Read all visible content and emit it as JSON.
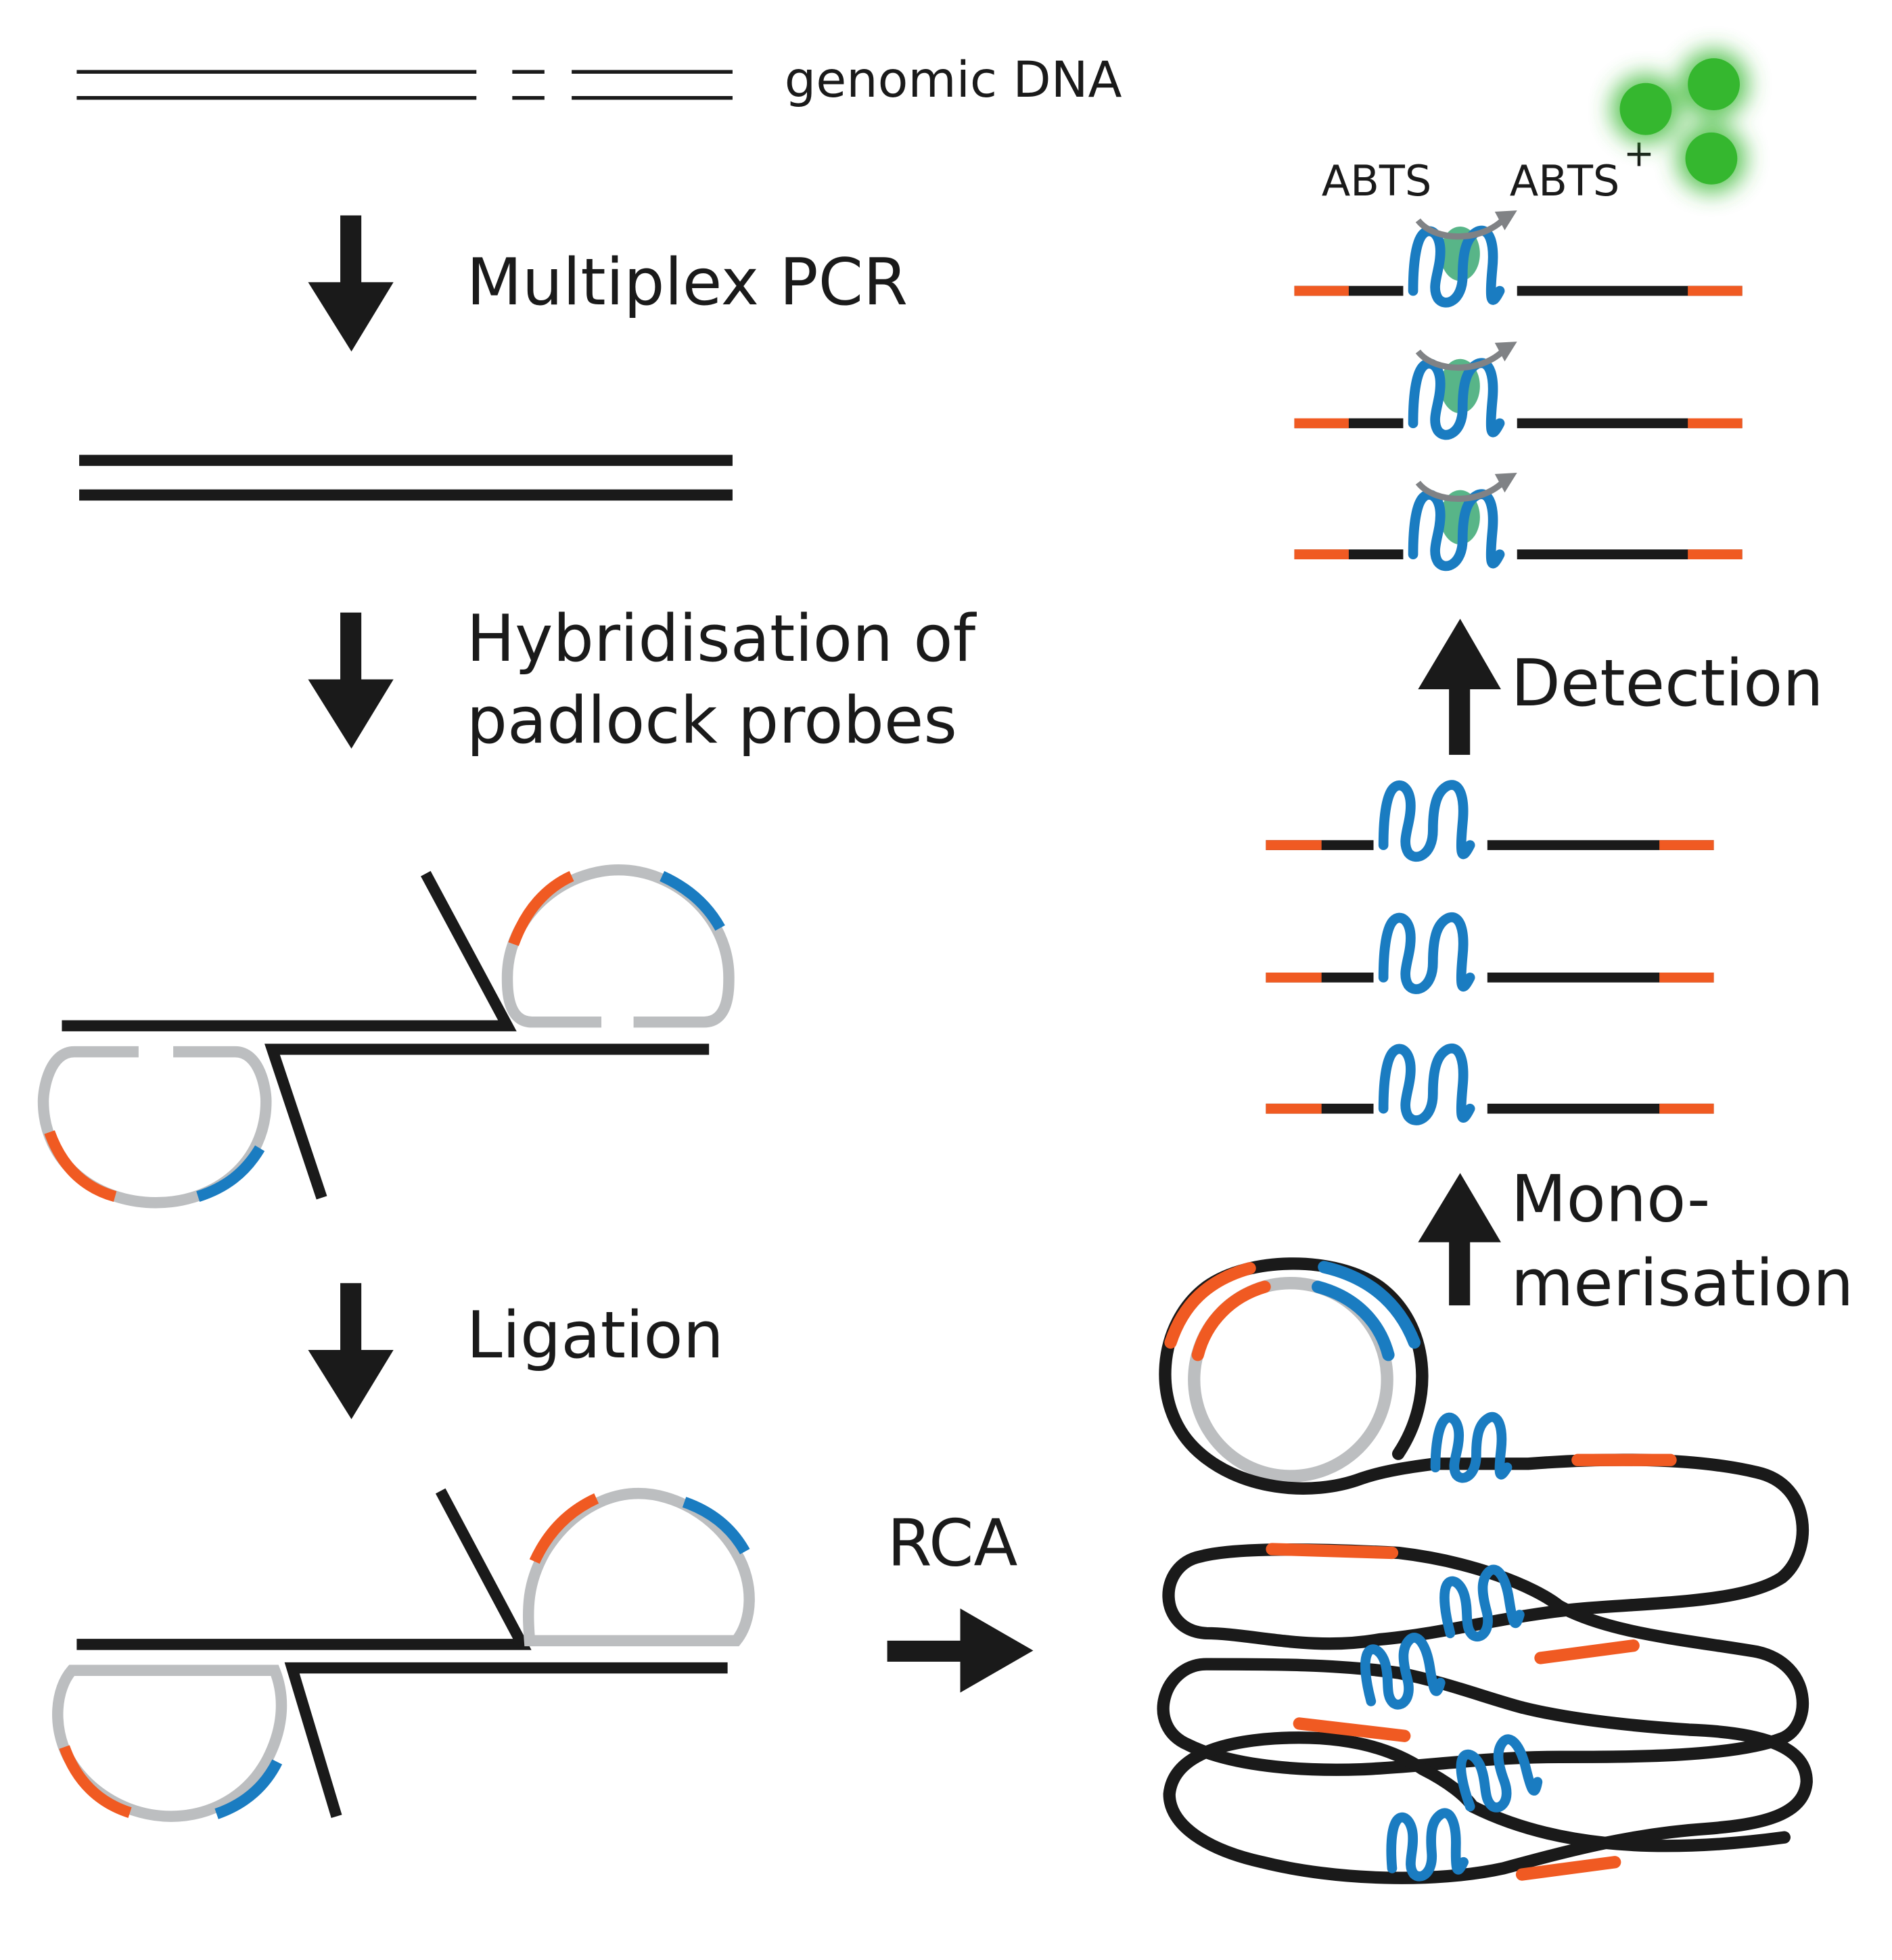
{
  "labels": {
    "genomic_dna": "genomic DNA",
    "multiplex_pcr": "Multiplex PCR",
    "hybridisation_line1": "Hybridisation of",
    "hybridisation_line2": "padlock probes",
    "ligation": "Ligation",
    "rca": "RCA",
    "monomerisation_line1": "Mono-",
    "monomerisation_line2": "merisation",
    "detection": "Detection",
    "abts": "ABTS",
    "abts_plus": "ABTS",
    "abts_plus_sup": "+"
  },
  "colors": {
    "dna": "#1a1a1a",
    "probe": "#bcbec0",
    "arm_orange": "#f05a22",
    "arm_blue": "#1a7cc1",
    "green_product": "#35b72f",
    "arrow": "#1a1a1a",
    "catalytic_arc": "#808285"
  }
}
